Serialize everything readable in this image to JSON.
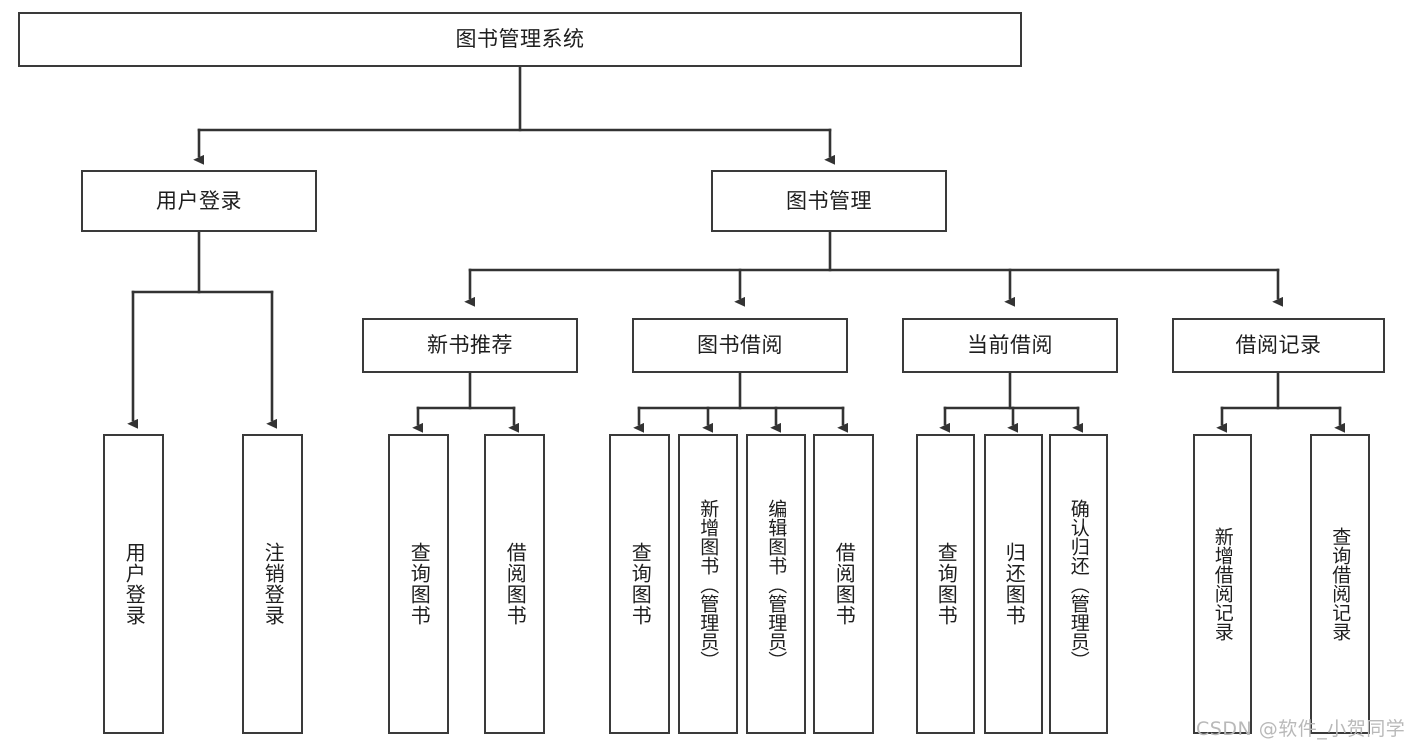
{
  "diagram": {
    "title": "图书管理系统",
    "type": "tree",
    "orientation": "top-down",
    "root": {
      "id": "root",
      "label": "图书管理系统",
      "text_direction": "horizontal"
    },
    "level2": [
      {
        "id": "user-login",
        "label": "用户登录",
        "text_direction": "horizontal"
      },
      {
        "id": "book-manage",
        "label": "图书管理",
        "text_direction": "horizontal"
      }
    ],
    "level3": [
      {
        "id": "new-book-rec",
        "label": "新书推荐",
        "parent": "book-manage",
        "text_direction": "horizontal"
      },
      {
        "id": "book-borrow",
        "label": "图书借阅",
        "parent": "book-manage",
        "text_direction": "horizontal"
      },
      {
        "id": "current-borrow",
        "label": "当前借阅",
        "parent": "book-manage",
        "text_direction": "horizontal"
      },
      {
        "id": "borrow-record",
        "label": "借阅记录",
        "parent": "book-manage",
        "text_direction": "horizontal"
      }
    ],
    "leaves": [
      {
        "id": "leaf-user-login",
        "label": "用户登录",
        "parent": "user-login",
        "text_direction": "vertical"
      },
      {
        "id": "leaf-logout",
        "label": "注销登录",
        "parent": "user-login",
        "text_direction": "vertical"
      },
      {
        "id": "leaf-query-book-1",
        "label": "查询图书",
        "parent": "new-book-rec",
        "text_direction": "vertical"
      },
      {
        "id": "leaf-borrow-book-1",
        "label": "借阅图书",
        "parent": "new-book-rec",
        "text_direction": "vertical"
      },
      {
        "id": "leaf-query-book-2",
        "label": "查询图书",
        "parent": "book-borrow",
        "text_direction": "vertical"
      },
      {
        "id": "leaf-add-book",
        "label": "新增图书（管理员）",
        "parent": "book-borrow",
        "text_direction": "vertical"
      },
      {
        "id": "leaf-edit-book",
        "label": "编辑图书（管理员）",
        "parent": "book-borrow",
        "text_direction": "vertical"
      },
      {
        "id": "leaf-borrow-book-2",
        "label": "借阅图书",
        "parent": "book-borrow",
        "text_direction": "vertical"
      },
      {
        "id": "leaf-query-book-3",
        "label": "查询图书",
        "parent": "current-borrow",
        "text_direction": "vertical"
      },
      {
        "id": "leaf-return-book",
        "label": "归还图书",
        "parent": "current-borrow",
        "text_direction": "vertical"
      },
      {
        "id": "leaf-confirm-return",
        "label": "确认归还（管理员）",
        "parent": "current-borrow",
        "text_direction": "vertical"
      },
      {
        "id": "leaf-add-record",
        "label": "新增借阅记录",
        "parent": "borrow-record",
        "text_direction": "vertical"
      },
      {
        "id": "leaf-query-record",
        "label": "查询借阅记录",
        "parent": "borrow-record",
        "text_direction": "vertical"
      }
    ],
    "colors": {
      "border": "#3a3a3a",
      "fill": "#ffffff",
      "text": "#1e1e1e",
      "edge": "#333333",
      "watermark": "#b9b9b9"
    }
  },
  "watermark": {
    "text": "CSDN @软件_小贺同学"
  }
}
